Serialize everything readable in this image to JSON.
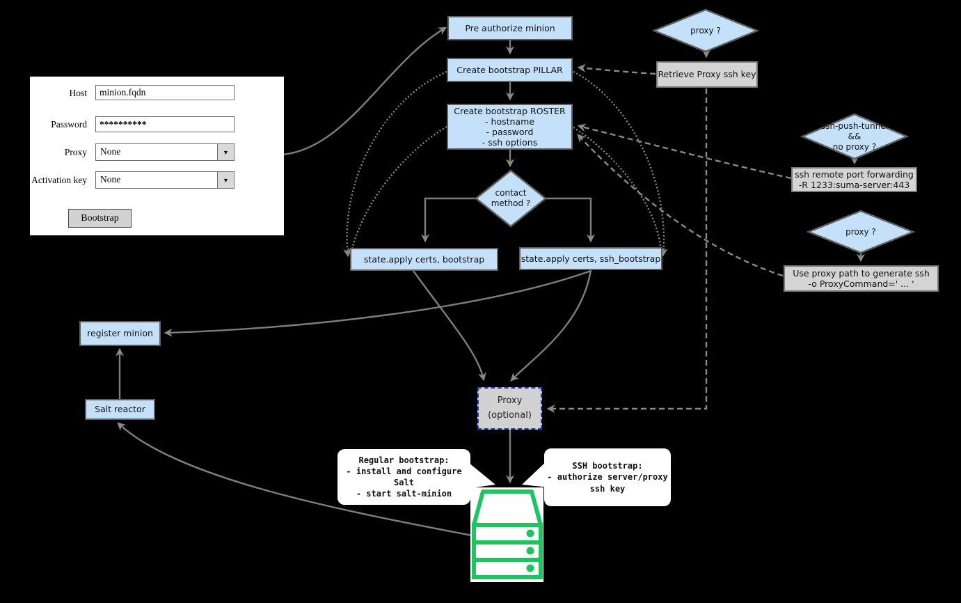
{
  "colors": {
    "background": "#000000",
    "node_blue": "#c5e1fa",
    "node_border": "#5f5f5f",
    "node_gray": "#d4d4d4",
    "proxy_dashed_border_blue": "#1f3bbd",
    "arrow_gray": "#7e7e7e",
    "server_green": "#1dc45f"
  },
  "form": {
    "host_label": "Host",
    "host_value": "minion.fqdn",
    "password_label": "Password",
    "password_value": "**********",
    "proxy_label": "Proxy",
    "proxy_value": "None",
    "activation_key_label": "Activation key",
    "activation_key_value": "None",
    "bootstrap_button": "Bootstrap"
  },
  "icons": {
    "dropdown": "▼"
  },
  "nodes": {
    "pre_authorize": "Pre authorize minion",
    "create_pillar": "Create bootstrap PILLAR",
    "create_roster": "Create bootstrap ROSTER\n- hostname\n- password\n- ssh options",
    "contact_method": "contact\nmethod ?",
    "state_apply_bootstrap": "state.apply certs, bootstrap",
    "state_apply_ssh_bootstrap": "state.apply certs, ssh_bootstrap",
    "proxy_question_top": "proxy ?",
    "retrieve_proxy_key": "Retrieve Proxy ssh key",
    "ssh_push_tunnel": "ssh-push-tunnel\n&&\nno proxy ?",
    "ssh_remote_port_forwarding": "ssh remote port forwarding\n-R 1233:suma-server:443",
    "proxy_question_right": "proxy ?",
    "use_proxy_path": "Use proxy path to generate ssh\n-o ProxyCommand=' ... '",
    "register_minion": "register minion",
    "salt_reactor": "Salt reactor",
    "proxy_optional": "Proxy\n(optional)"
  },
  "callouts": {
    "regular_bootstrap": "Regular bootstrap:\n- install and configure\nSalt\n- start salt-minion",
    "ssh_bootstrap": "SSH bootstrap:\n- authorize server/proxy\nssh key"
  }
}
